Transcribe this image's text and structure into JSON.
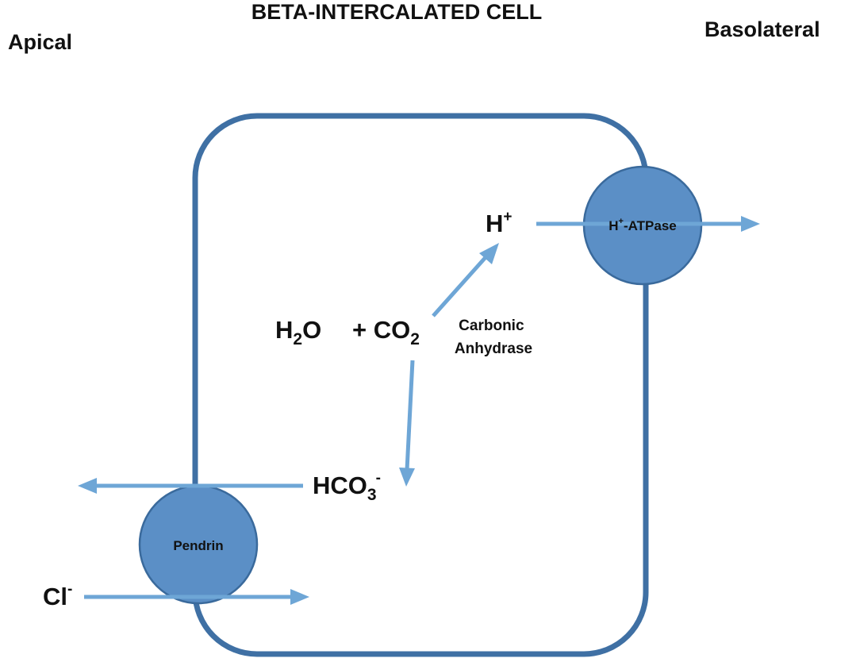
{
  "title": "BETA-INTERCALATED CELL",
  "side_labels": {
    "apical": "Apical",
    "basolateral": "Basolateral"
  },
  "transporters": {
    "h_atpase": {
      "base": "H",
      "sup": "+",
      "rest": "-ATPase"
    },
    "pendrin": "Pendrin"
  },
  "species": {
    "h_plus": {
      "base": "H",
      "sup": "+"
    },
    "water": {
      "base": "H",
      "sub": "2",
      "rest": "O"
    },
    "co2": {
      "base": "+ CO",
      "sub": "2"
    },
    "bicarbonate": {
      "base": "HCO",
      "sub": "3",
      "sup": "-"
    },
    "chloride": {
      "base": "Cl",
      "sup": "-"
    }
  },
  "enzyme": {
    "line1": "Carbonic",
    "line2": "Anhydrase"
  },
  "colors": {
    "membrane": "#3f70a4",
    "transporter_fill": "#5b8fc6",
    "arrow": "#6ea6d6",
    "text": "#111111"
  }
}
